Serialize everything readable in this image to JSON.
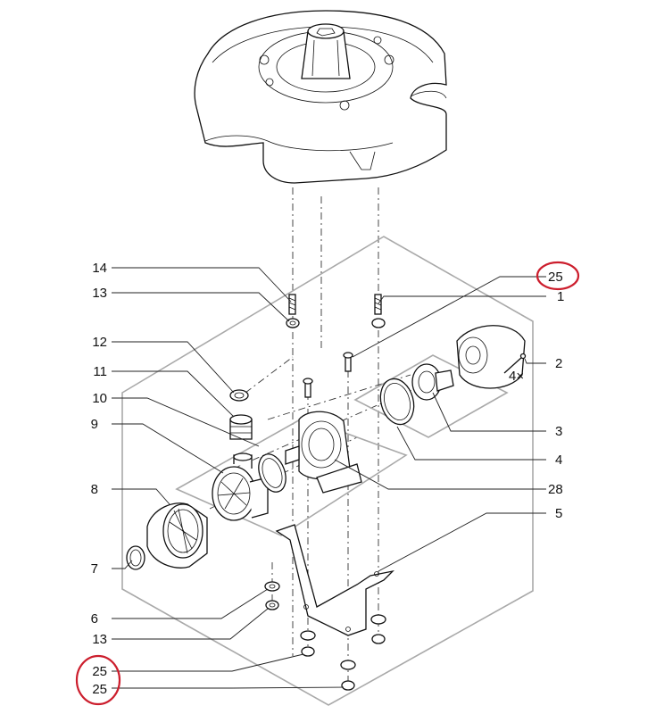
{
  "diagram": {
    "labels": {
      "p1": "1",
      "p2": "2",
      "p2_qty": "4×",
      "p3": "3",
      "p4": "4",
      "p5": "5",
      "p6": "6",
      "p7": "7",
      "p8": "8",
      "p9": "9",
      "p10": "10",
      "p11": "11",
      "p12": "12",
      "p13_top": "13",
      "p13_bottom": "13",
      "p14": "14",
      "p25_top": "25",
      "p25_bottom_a": "25",
      "p25_bottom_b": "25",
      "p28": "28"
    },
    "highlight_color": "#cc1e2d",
    "line_color": "#222222",
    "box_color": "#a9a9a9"
  }
}
